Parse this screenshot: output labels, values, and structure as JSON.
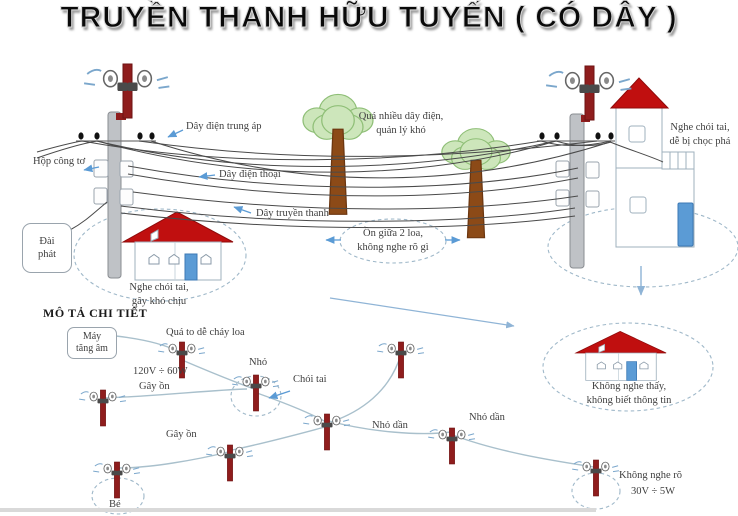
{
  "title": "TRUYỀN THANH HỮU TUYẾN ( CÓ DÂY )",
  "overview": {
    "wire_labels": {
      "medium_voltage": "Dây điện trung áp",
      "meter_box": "Hộp công tơ",
      "telephone": "Dây điện thoại",
      "broadcast": "Dây truyền thanh"
    },
    "station_box": {
      "line1": "Đài",
      "line2": "phát"
    },
    "tree_note": {
      "line1": "Quá nhiều dây điện,",
      "line2": "quản lý khó"
    },
    "tall_house_note": {
      "line1": "Nghe chói tai,",
      "line2": "dễ bị chọc phá"
    },
    "left_house_note": {
      "line1": "Nghe chói tai,",
      "line2": "gây khó chịu"
    },
    "between_speakers_note": {
      "line1": "Ồn giữa 2 loa,",
      "line2": "không nghe rõ gì"
    },
    "far_house_note": {
      "line1": "Không nghe thấy,",
      "line2": "không biết thông tin"
    }
  },
  "detail": {
    "section_heading": "MÔ TẢ CHI TIẾT",
    "amplifier_box": {
      "line1": "Máy",
      "line2": "tăng âm"
    },
    "notes": {
      "too_loud": "Quá to dễ cháy loa",
      "voltage_high": "120V ÷ 60W",
      "noisy_1": "Gây ồn",
      "small": "Nhỏ",
      "harsh": "Chói tai",
      "noisy_2": "Gây ồn",
      "fading_1": "Nhỏ dần",
      "fading_2": "Nhỏ dần",
      "tiny": "Bé",
      "inaudible": "Không nghe rõ",
      "voltage_low": "30V ÷ 5W"
    }
  },
  "colors": {
    "speaker_post_red": "#8f1d1d",
    "roof_red": "#c00f0f",
    "door_blue": "#5b9bd5",
    "arrow_blue": "#5b9bd5",
    "dashed_zone_blue": "#9fb8c9",
    "tree_green": "#cde6bb",
    "wire_dark": "#4a4a4a",
    "wire_light": "#a9c0cc",
    "pole_gray": "#bfc2c6"
  }
}
